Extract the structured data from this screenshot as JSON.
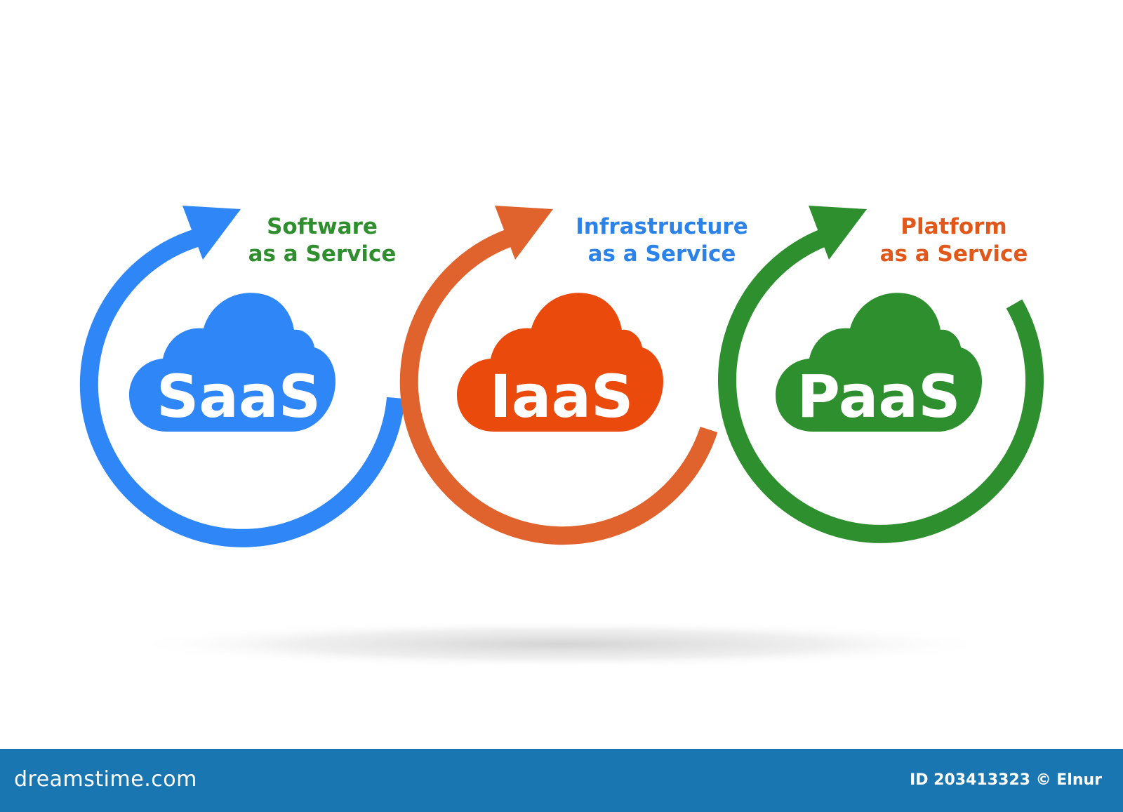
{
  "colors": {
    "blue": "#2f86f6",
    "orange": "#e0622d",
    "red_cloud": "#ea4a0c",
    "green": "#2e8f2e",
    "text_green": "#2f8f2e",
    "text_blue": "#2b82e8",
    "text_orange": "#e2571a",
    "footer": "#1976b0"
  },
  "cycles": [
    {
      "acronym": "SaaS",
      "label_line1": "Software",
      "label_line2": "as a Service",
      "arrow_color": "blue",
      "cloud_color": "blue",
      "label_color": "text_green"
    },
    {
      "acronym": "IaaS",
      "label_line1": "Infrastructure",
      "label_line2": "as a Service",
      "arrow_color": "orange",
      "cloud_color": "red_cloud",
      "label_color": "text_blue"
    },
    {
      "acronym": "PaaS",
      "label_line1": "Platform",
      "label_line2": "as a Service",
      "arrow_color": "green",
      "cloud_color": "green",
      "label_color": "text_orange"
    }
  ],
  "footer": {
    "site": "dreamstime.com",
    "credit": "ID 203413323 © Elnur"
  }
}
